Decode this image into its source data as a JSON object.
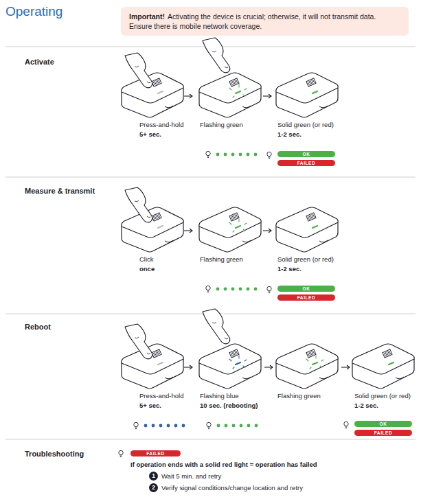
{
  "diagram": {
    "title": "Operating",
    "nodes": [
      {
        "text": [
          "Important!",
          "Activating the device is crucial; otherwise, it will not transmit data. Ensure there is mobile network coverage."
        ]
      },
      {
        "text": [
          "OK"
        ]
      },
      {
        "text": [
          "FAILED"
        ]
      },
      {
        "text": [
          "OK"
        ]
      },
      {
        "text": [
          "FAILED"
        ]
      },
      {
        "text": [
          "OK"
        ]
      },
      {
        "text": [
          "FAILED"
        ]
      },
      {
        "text": [
          "FAILED"
        ]
      },
      {
        "text": [
          "1"
        ]
      },
      {
        "text": [
          "2"
        ]
      }
    ],
    "labels": [
      "Activate",
      "Press-and-hold",
      "5+ sec.",
      "Flashing green",
      "Solid green (or red)",
      "1-2 sec.",
      "Measure & transmit",
      "Click",
      "once",
      "Flashing green",
      "Solid green (or red)",
      "1-2 sec.",
      "Reboot",
      "Press-and-hold",
      "5+ sec.",
      "Flashing blue",
      "10 sec. (rebooting)",
      "Flashing green",
      "Solid green (or red)",
      "1-2 sec.",
      "Troubleshooting",
      "If operation ends with a solid red light = operation has failed",
      "Wait 5 min. and retry",
      "Verify signal conditions/change location and retry"
    ]
  }
}
